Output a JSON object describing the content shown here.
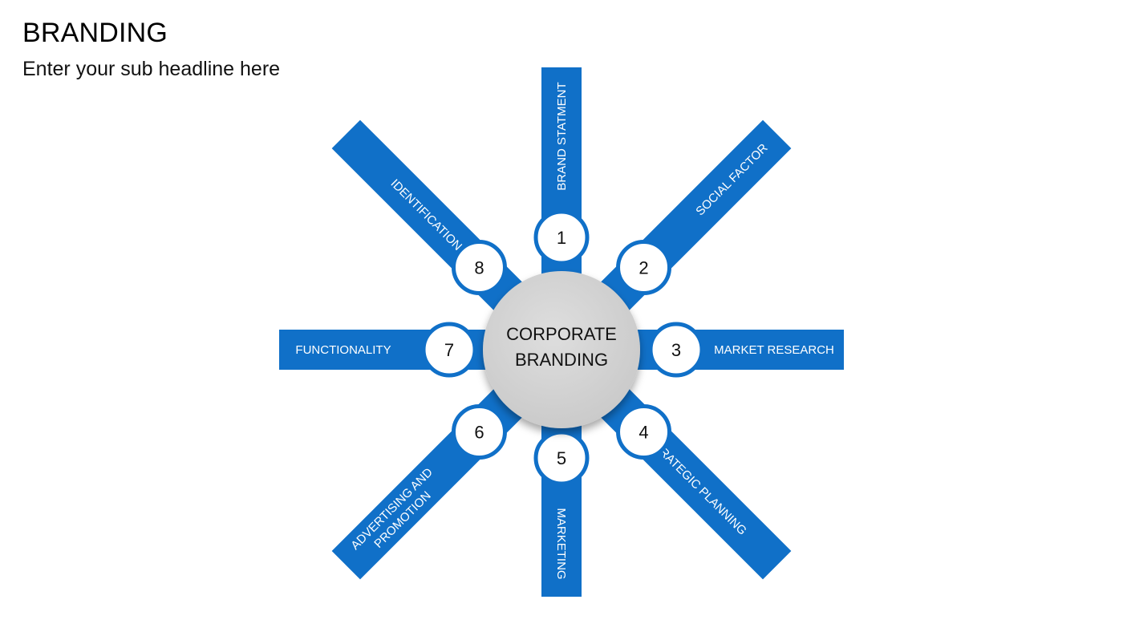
{
  "header": {
    "title": "BRANDING",
    "subtitle": "Enter your sub headline here"
  },
  "center": {
    "line1": "CORPORATE",
    "line2": "BRANDING"
  },
  "colors": {
    "bar": "#1070c8",
    "hub": "#d3d3d3",
    "badge_border": "#1070c8",
    "badge_fill": "#ffffff"
  },
  "spokes": [
    {
      "number": "1",
      "line1": "BRAND STATMENT",
      "line2": ""
    },
    {
      "number": "2",
      "line1": "SOCIAL FACTOR",
      "line2": ""
    },
    {
      "number": "3",
      "line1": "MARKET RESEARCH",
      "line2": ""
    },
    {
      "number": "4",
      "line1": "STRATEGIC PLANNING",
      "line2": ""
    },
    {
      "number": "5",
      "line1": "MARKETING",
      "line2": ""
    },
    {
      "number": "6",
      "line1": "ADVERTISING AND",
      "line2": "PROMOTION"
    },
    {
      "number": "7",
      "line1": "FUNCTIONALITY",
      "line2": ""
    },
    {
      "number": "8",
      "line1": "IDENTIFICATION",
      "line2": ""
    }
  ]
}
